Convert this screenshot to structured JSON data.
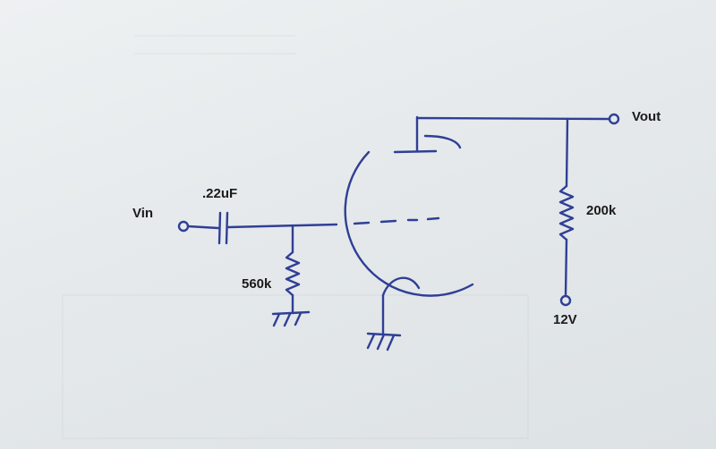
{
  "labels": {
    "input": "Vin",
    "coupling_capacitor": ".22uF",
    "grid_resistor": "560k",
    "plate_resistor": "200k",
    "output": "Vout",
    "supply": "12V"
  },
  "colors": {
    "ink": "#2f3f96",
    "label_text": "#1a1a1a",
    "paper": "#e6eaec"
  }
}
